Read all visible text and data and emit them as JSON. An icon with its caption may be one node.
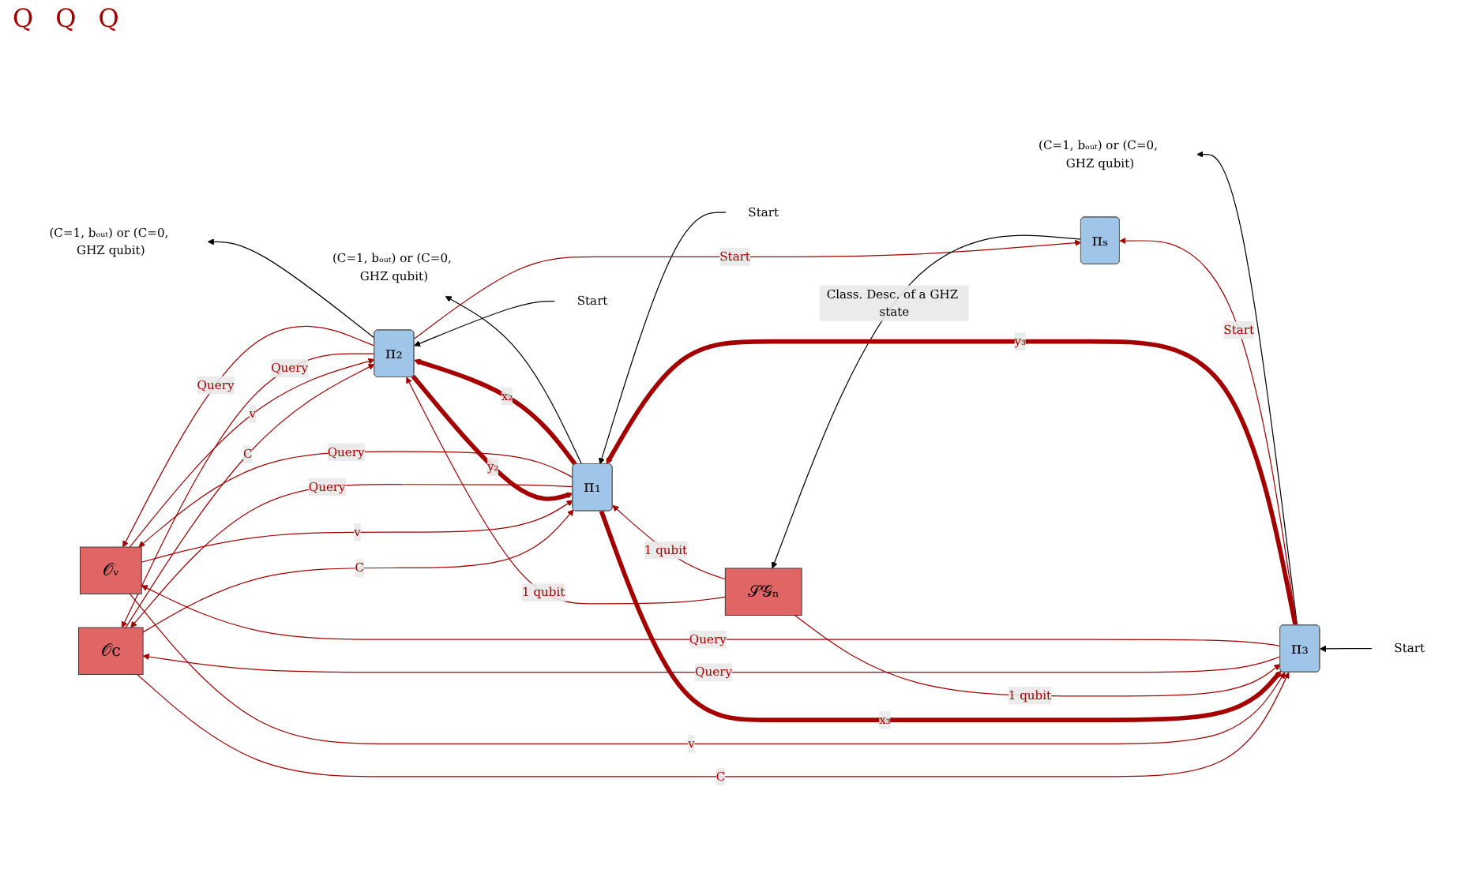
{
  "diagram": {
    "nodes": [
      {
        "text": [
          "Start"
        ]
      },
      {
        "text": [
          "π₃"
        ]
      },
      {
        "text": [
          "(C=1, bₒᵤₜ) or (C=0, GHZ qubit)"
        ]
      },
      {
        "text": [
          "Start"
        ]
      },
      {
        "text": [
          "π₁"
        ]
      },
      {
        "text": [
          "(C=1, bₒᵤₜ) or (C=0, GHZ qubit)"
        ]
      },
      {
        "text": [
          "𝒪ᵥ"
        ]
      },
      {
        "text": [
          "𝒪c"
        ]
      },
      {
        "text": [
          "𝒮𝒢ₙ"
        ]
      },
      {
        "text": [
          "πₛ"
        ]
      },
      {
        "text": [
          "Start"
        ]
      },
      {
        "text": [
          "π₂"
        ]
      },
      {
        "text": [
          "(C=1, bₒᵤₜ) or (C=0, GHZ qubit)"
        ]
      }
    ],
    "edges": [
      {
        "from": 0,
        "to": 1,
        "arrow": "to",
        "color": "#000000"
      },
      {
        "from": 1,
        "to": 2,
        "arrow": "to",
        "color": "#000000"
      },
      {
        "from": 3,
        "to": 4,
        "arrow": "to",
        "color": "#000000"
      },
      {
        "from": 4,
        "to": 5,
        "arrow": "to",
        "color": "#000000"
      },
      {
        "from": 10,
        "to": 11,
        "arrow": "to",
        "color": "#000000"
      },
      {
        "from": 11,
        "to": 12,
        "arrow": "to",
        "color": "#000000"
      },
      {
        "from": 1,
        "to": 9,
        "arrow": "to",
        "label": "Start"
      },
      {
        "from": 11,
        "to": 9,
        "arrow": "to",
        "label": "Start"
      },
      {
        "from": 9,
        "to": 8,
        "arrow": "to",
        "label": "Class. Desc. of a GHZ state",
        "color": "#000000"
      },
      {
        "from": 8,
        "to": 1,
        "arrow": "to",
        "label": "1 qubit"
      },
      {
        "from": 8,
        "to": 4,
        "arrow": "to",
        "label": "1 qubit"
      },
      {
        "from": 8,
        "to": 11,
        "arrow": "to",
        "label": "1 qubit"
      },
      {
        "from": 4,
        "to": 1,
        "arrow": "to",
        "label": "x₃",
        "style": "thick"
      },
      {
        "from": 1,
        "to": 4,
        "arrow": "to",
        "label": "y₃",
        "style": "thick"
      },
      {
        "from": 4,
        "to": 11,
        "arrow": "to",
        "label": "x₂",
        "style": "thick"
      },
      {
        "from": 11,
        "to": 4,
        "arrow": "to",
        "label": "y₂",
        "style": "thick"
      },
      {
        "from": 4,
        "to": 6,
        "arrow": "to",
        "label": "Query"
      },
      {
        "from": 6,
        "to": 4,
        "arrow": "to",
        "label": "v"
      },
      {
        "from": 4,
        "to": 7,
        "arrow": "to",
        "label": "Query"
      },
      {
        "from": 7,
        "to": 4,
        "arrow": "to",
        "label": "C"
      },
      {
        "from": 1,
        "to": 6,
        "arrow": "to",
        "label": "Query"
      },
      {
        "from": 6,
        "to": 1,
        "arrow": "to",
        "label": "v"
      },
      {
        "from": 1,
        "to": 7,
        "arrow": "to",
        "label": "Query"
      },
      {
        "from": 7,
        "to": 1,
        "arrow": "to",
        "label": "C"
      },
      {
        "from": 11,
        "to": 6,
        "arrow": "to",
        "label": "Query"
      },
      {
        "from": 6,
        "to": 11,
        "arrow": "to",
        "label": "v"
      },
      {
        "from": 11,
        "to": 7,
        "arrow": "to",
        "label": "Query"
      },
      {
        "from": 7,
        "to": 11,
        "arrow": "to",
        "label": "C"
      }
    ],
    "labels": [
      "Q",
      "Q",
      "Q"
    ]
  }
}
